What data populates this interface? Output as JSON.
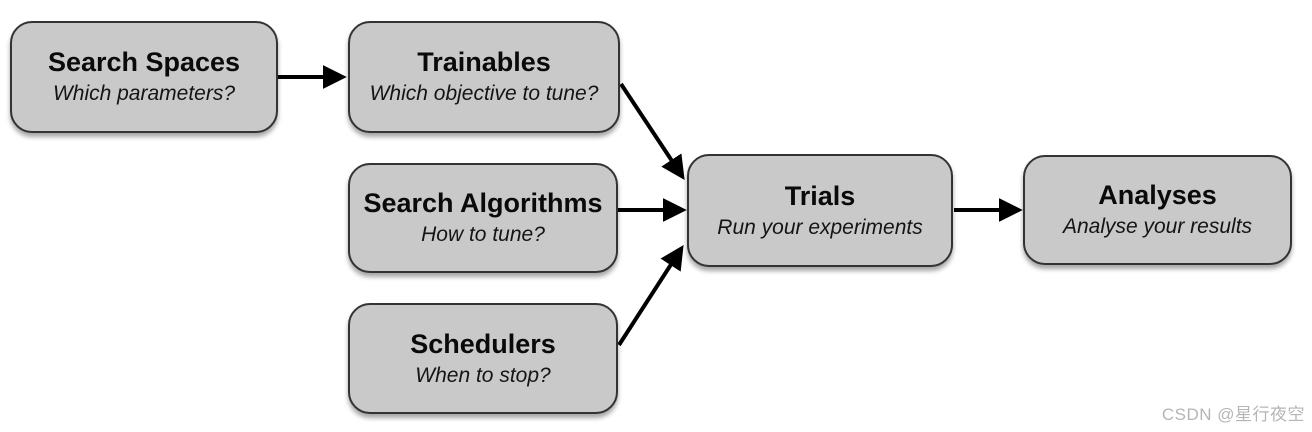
{
  "diagram": {
    "nodes": [
      {
        "id": "search-spaces",
        "title": "Search Spaces",
        "subtitle": "Which parameters?"
      },
      {
        "id": "trainables",
        "title": "Trainables",
        "subtitle": "Which objective to tune?"
      },
      {
        "id": "search-algorithms",
        "title": "Search Algorithms",
        "subtitle": "How to tune?"
      },
      {
        "id": "schedulers",
        "title": "Schedulers",
        "subtitle": "When to stop?"
      },
      {
        "id": "trials",
        "title": "Trials",
        "subtitle": "Run your experiments"
      },
      {
        "id": "analyses",
        "title": "Analyses",
        "subtitle": "Analyse your results"
      }
    ],
    "edges": [
      {
        "from": "search-spaces",
        "to": "trainables"
      },
      {
        "from": "trainables",
        "to": "trials"
      },
      {
        "from": "search-algorithms",
        "to": "trials"
      },
      {
        "from": "schedulers",
        "to": "trials"
      },
      {
        "from": "trials",
        "to": "analyses"
      }
    ],
    "colors": {
      "node_fill": "#c9c9c9",
      "node_border": "#333333",
      "arrow": "#000000",
      "background": "#ffffff"
    }
  },
  "watermark": {
    "text": "CSDN @星行夜空",
    "color": "#b5b5b5"
  }
}
